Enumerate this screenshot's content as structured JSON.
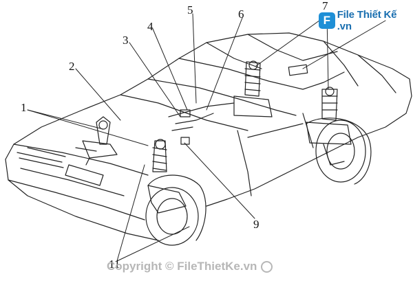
{
  "diagram": {
    "callouts": [
      {
        "id": "c1",
        "label": "1"
      },
      {
        "id": "c2",
        "label": "2"
      },
      {
        "id": "c3",
        "label": "3"
      },
      {
        "id": "c4",
        "label": "4"
      },
      {
        "id": "c5",
        "label": "5"
      },
      {
        "id": "c6",
        "label": "6"
      },
      {
        "id": "c7",
        "label": "7"
      },
      {
        "id": "c9",
        "label": "9"
      },
      {
        "id": "c11",
        "label": "11"
      }
    ]
  },
  "branding": {
    "logo_text": "File Thiết Kế .vn",
    "watermark": "Copyright © FileThietKe.vn",
    "accent": "#1e8fd6"
  }
}
